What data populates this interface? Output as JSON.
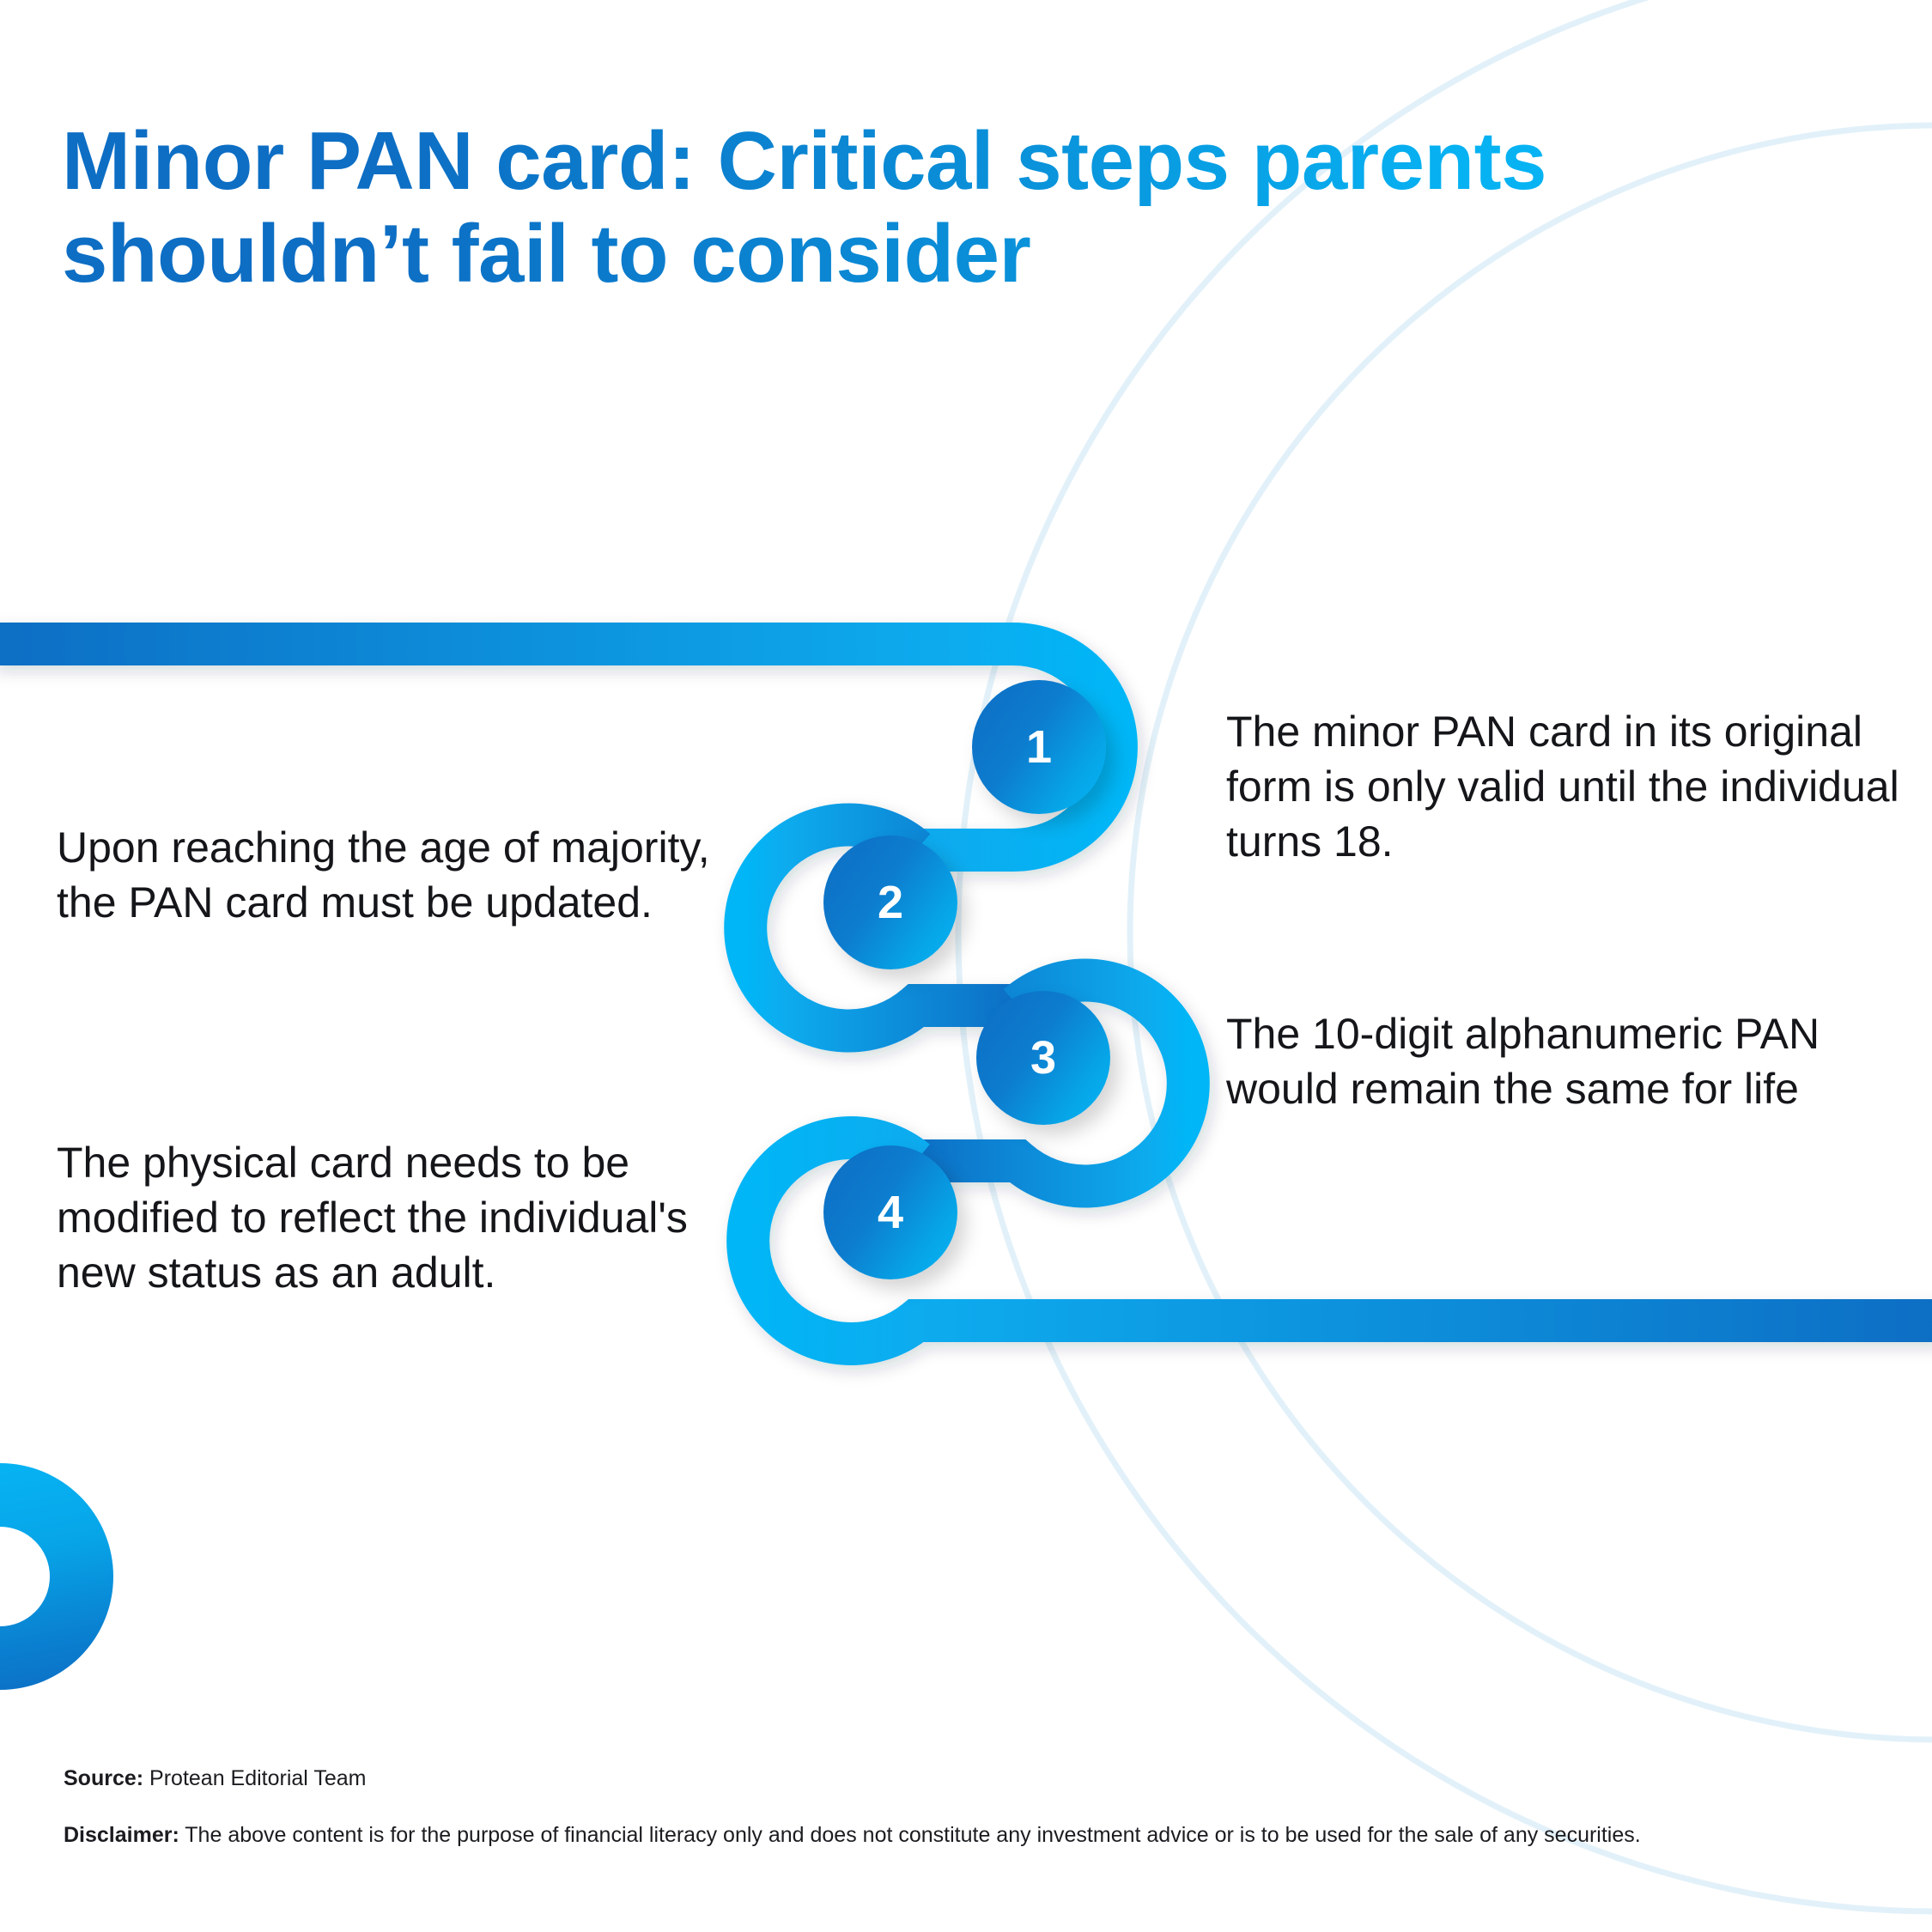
{
  "title": "Minor PAN card: Critical steps parents shouldn’t fail to consider",
  "theme": {
    "accent_dark": "#0d6ec4",
    "accent_light": "#06b6f6",
    "text": "#15161a",
    "background": "#ffffff",
    "bg_arc": "#e2f1f9"
  },
  "steps": [
    {
      "number": "1",
      "side": "right",
      "text": "The minor PAN card in its original form is only valid until the individual turns 18."
    },
    {
      "number": "2",
      "side": "left",
      "text": "Upon reaching the age of majority, the PAN card must be updated."
    },
    {
      "number": "3",
      "side": "right",
      "text": "The 10-digit alphanumeric PAN would remain the same for life"
    },
    {
      "number": "4",
      "side": "left",
      "text": "The physical card needs to be modified to reflect the individual's new status as an adult."
    }
  ],
  "footer": {
    "source_label": "Source:",
    "source_value": " Protean Editorial Team",
    "disclaimer_label": "Disclaimer:",
    "disclaimer_value": " The above content is for the purpose of financial literacy only and does not constitute any investment advice or is to be used for the sale of any securities."
  }
}
